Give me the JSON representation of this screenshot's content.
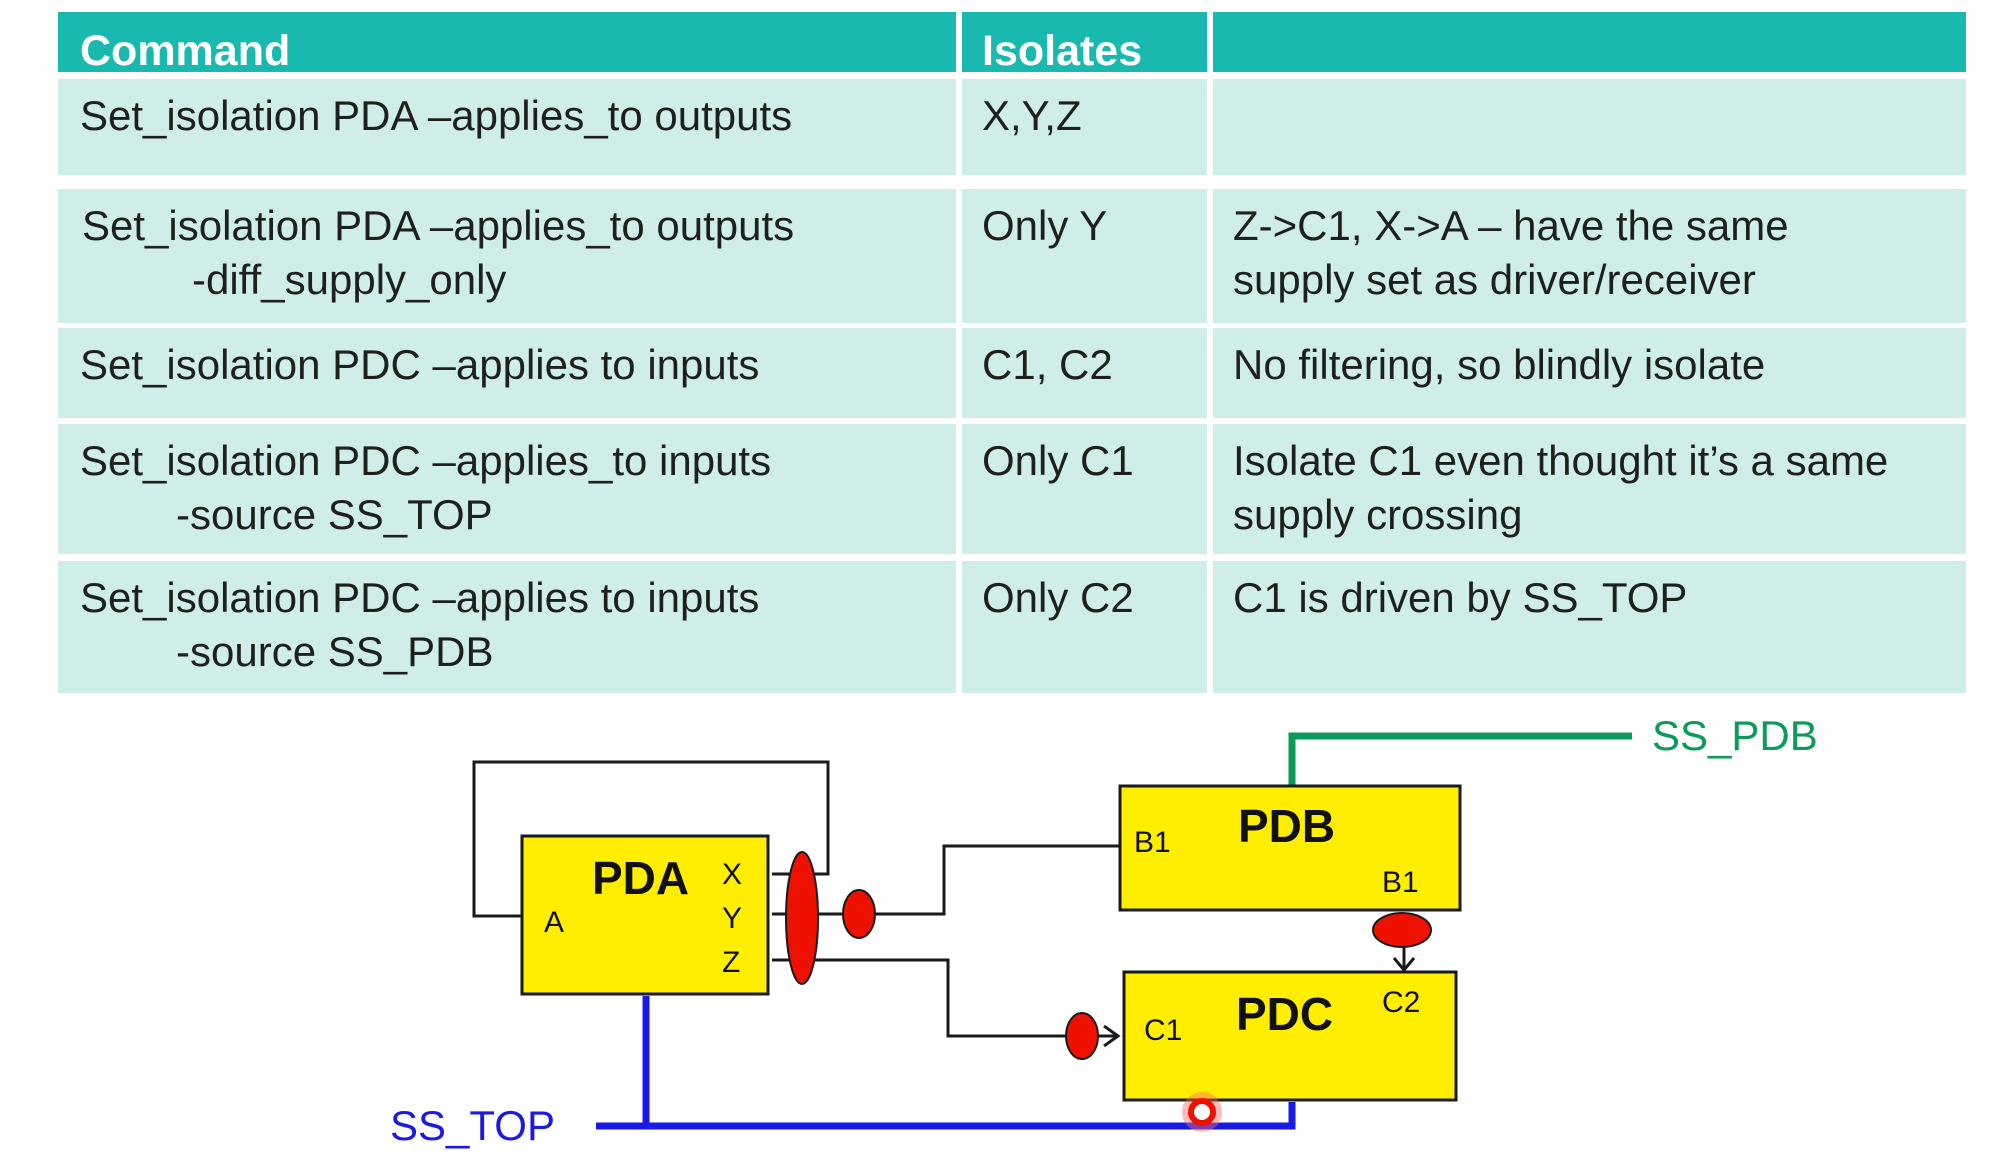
{
  "table": {
    "headers": [
      "Command",
      "Isolates",
      ""
    ],
    "rows": [
      {
        "command": [
          "Set_isolation PDA –applies_to outputs"
        ],
        "isolates": "X,Y,Z",
        "note": []
      },
      {
        "command": [
          "Set_isolation PDA –applies_to outputs",
          "-diff_supply_only"
        ],
        "isolates": "Only Y",
        "note": [
          "Z->C1, X->A – have  the same",
          "supply set  as driver/receiver"
        ]
      },
      {
        "command": [
          "Set_isolation PDC –applies to inputs"
        ],
        "isolates": "C1, C2",
        "note": [
          "No filtering, so blindly isolate"
        ]
      },
      {
        "command": [
          "Set_isolation PDC –applies_to inputs",
          "-source SS_TOP"
        ],
        "isolates": "Only C1",
        "note": [
          "Isolate C1 even thought it’s a same",
          "supply crossing"
        ]
      },
      {
        "command": [
          "Set_isolation PDC –applies to inputs",
          "-source SS_PDB"
        ],
        "isolates": "Only C2",
        "note": [
          "C1 is driven by SS_TOP"
        ]
      }
    ]
  },
  "diagram": {
    "blocks": {
      "pda": {
        "title": "PDA",
        "ports": {
          "a": "A",
          "x": "X",
          "y": "Y",
          "z": "Z"
        }
      },
      "pdb": {
        "title": "PDB",
        "ports": {
          "b1_left": "B1",
          "b1_right": "B1"
        }
      },
      "pdc": {
        "title": "PDC",
        "ports": {
          "c1": "C1",
          "c2": "C2"
        }
      }
    },
    "supplies": {
      "ss_pdb": "SS_PDB",
      "ss_top": "SS_TOP"
    }
  },
  "colors": {
    "header_bg": "#1ab9b0",
    "row_bg": "#cfeee9",
    "block_fill": "#ffee00",
    "isolation_cell": "#ee1100",
    "ss_pdb_wire": "#0c9a5a",
    "ss_top_wire": "#1a1ae6"
  }
}
